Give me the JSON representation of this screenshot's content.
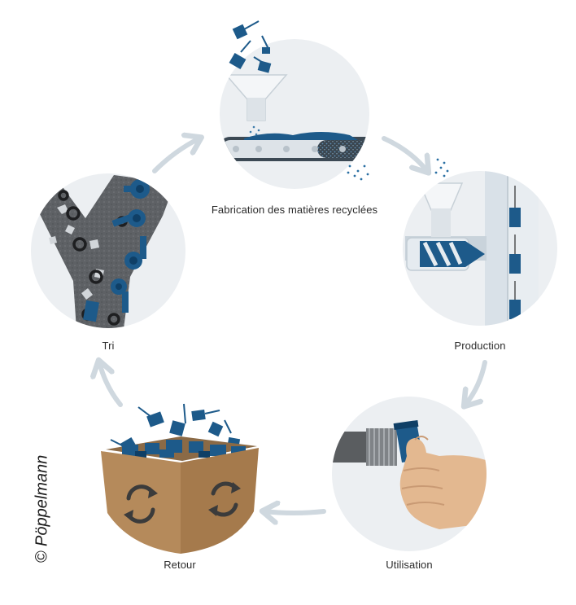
{
  "stages": [
    {
      "id": "fabrication",
      "label": "Fabrication des matières recyclées"
    },
    {
      "id": "production",
      "label": "Production"
    },
    {
      "id": "utilisation",
      "label": "Utilisation"
    },
    {
      "id": "retour",
      "label": "Retour"
    },
    {
      "id": "tri",
      "label": "Tri"
    }
  ],
  "copyright": "© Pöppelmann",
  "colors": {
    "circle_bg": "#eceff2",
    "arrow": "#cfd8df",
    "product_blue": "#1d5a8a",
    "dark_blue": "#0f3f66",
    "box_brown": "#b58a5b",
    "skin": "#e3b890",
    "dark_grey": "#5a5d60"
  }
}
